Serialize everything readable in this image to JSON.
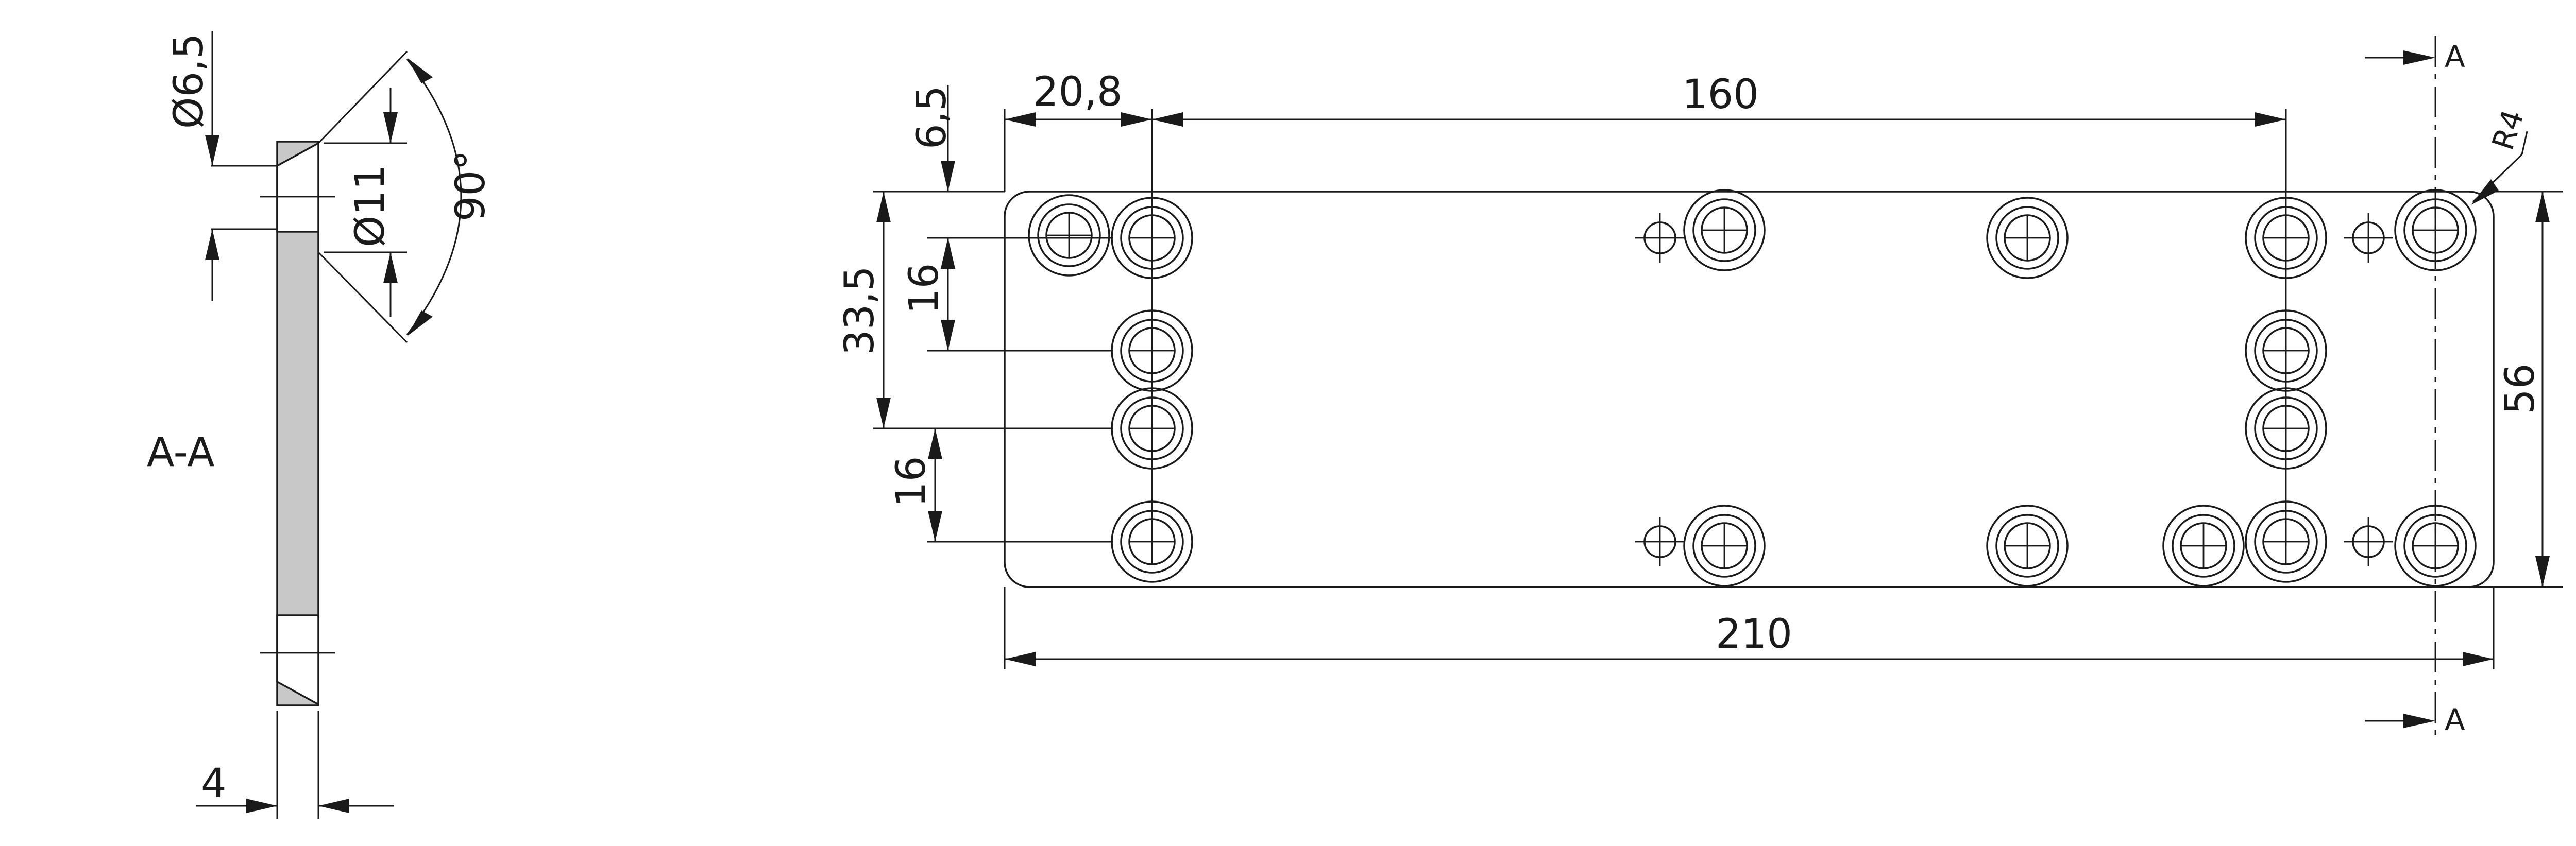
{
  "section_label": "A-A",
  "section_marker": "A",
  "dimensions": {
    "countersink_diameter": "Ø11",
    "hole_diameter": "Ø6,5",
    "countersink_angle": "90°",
    "thickness": "4",
    "edge_offset_y": "6,5",
    "edge_offset_x": "20,8",
    "hole_spacing_x": "160",
    "corner_radius": "R4",
    "row_offset_y": "33,5",
    "row_spacing_upper": "16",
    "row_spacing_lower": "16",
    "plate_height": "56",
    "plate_length": "210"
  }
}
